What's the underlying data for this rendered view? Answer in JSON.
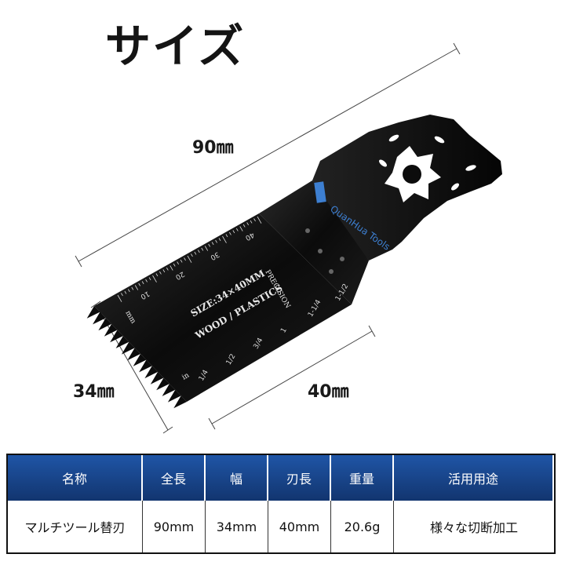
{
  "title": "サイズ",
  "dimensions": {
    "length_label": "90㎜",
    "width_label": "34㎜",
    "blade_length_label": "40㎜"
  },
  "blade": {
    "brand_text": "QuanHua Tools",
    "size_text": "SIZE:34×40MM",
    "material_text": "WOOD / PLASTICS",
    "precision_text": "PRECISION",
    "unit_text": "mm",
    "unit_in_text": "in",
    "ruler_mm_ticks": [
      "10",
      "20",
      "30",
      "40"
    ],
    "ruler_in_ticks": [
      "1/4",
      "1/2",
      "3/4",
      "1",
      "1-1/4",
      "1-1/2"
    ]
  },
  "table": {
    "headers": [
      "名称",
      "全長",
      "幅",
      "刃長",
      "重量",
      "活用用途"
    ],
    "row": [
      "マルチツール替刃",
      "90mm",
      "34mm",
      "40mm",
      "20.6g",
      "様々な切断加工"
    ]
  },
  "colors": {
    "header_blue": "#1a4a97",
    "blade_black": "#0c0c0c",
    "brand_blue": "#3d7fd1"
  }
}
